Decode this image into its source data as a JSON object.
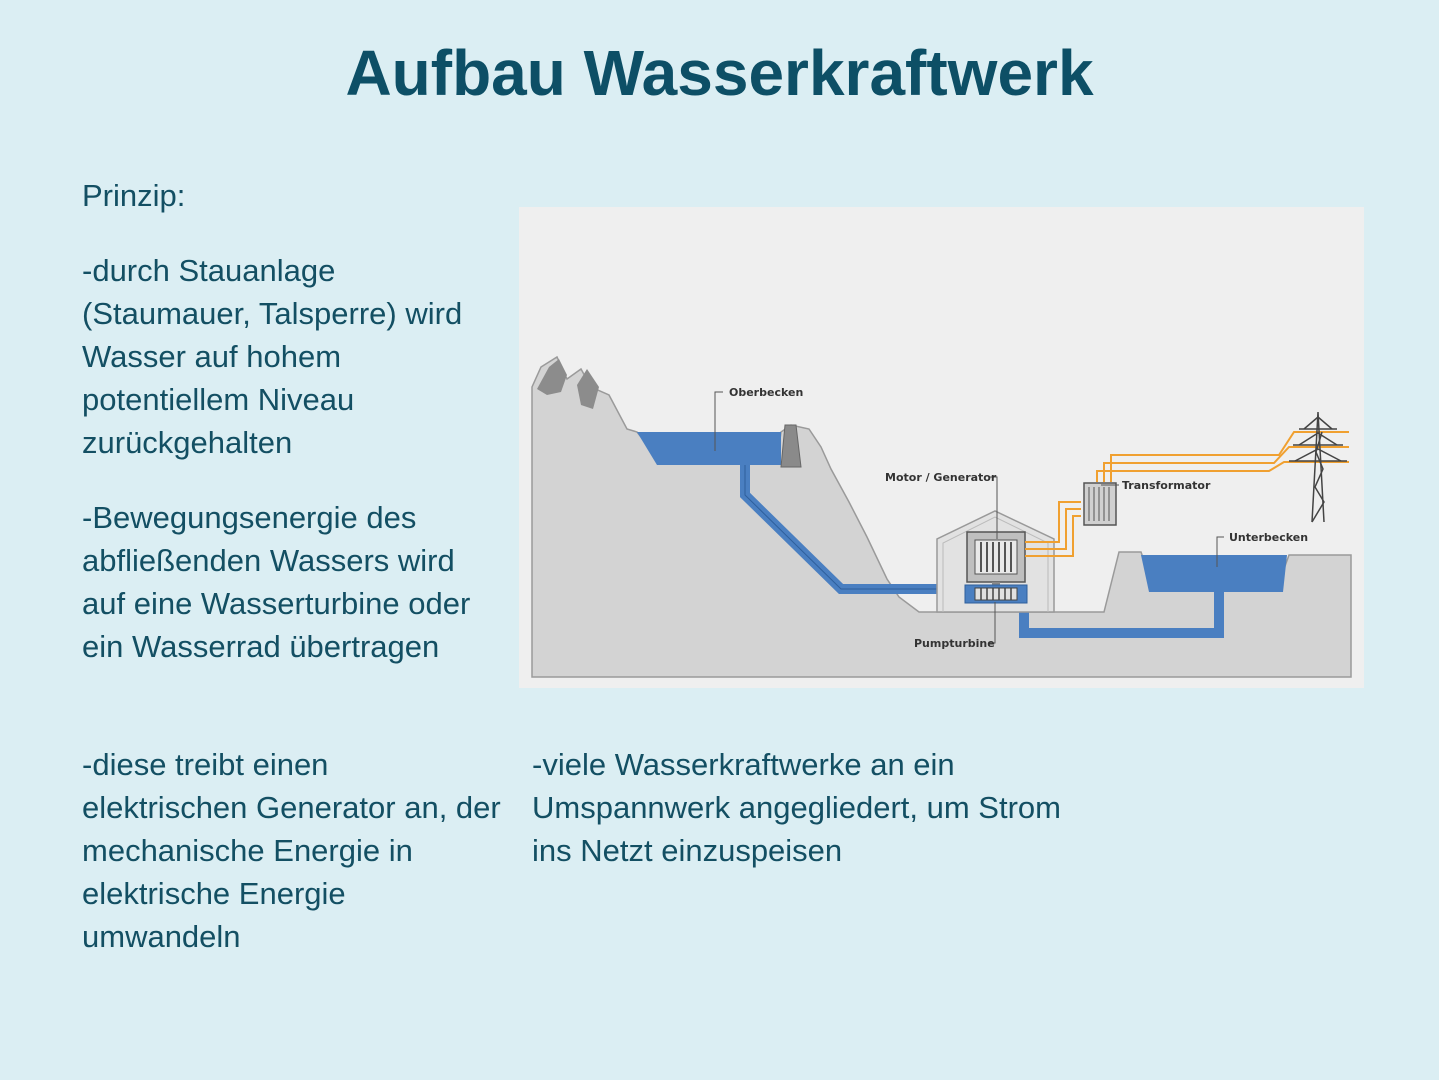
{
  "page": {
    "title": "Aufbau Wasserkraftwerk"
  },
  "text": {
    "prinzip": "Prinzip:",
    "p1": "-durch Stauanlage (Staumauer, Talsperre) wird Wasser auf hohem potentiellem Niveau zurückgehalten",
    "p2": "-Bewegungsenergie des abfließenden Wassers wird auf eine Wasserturbine oder ein Wasserrad übertragen",
    "p3": "-diese treibt einen elektrischen Generator an, der mechanische Energie in elektrische Energie umwandeln",
    "p4": "-viele Wasserkraftwerke an ein Umspannwerk angegliedert, um Strom ins Netzt einzuspeisen"
  },
  "diagram": {
    "labels": {
      "oberbecken": "Oberbecken",
      "motor_generator": "Motor / Generator",
      "transformator": "Transformator",
      "unterbecken": "Unterbecken",
      "pumpturbine": "Pumpturbine"
    },
    "colors": {
      "water": "#4a7fc1",
      "ground": "#d3d3d3",
      "cable": "#f0a030"
    }
  }
}
